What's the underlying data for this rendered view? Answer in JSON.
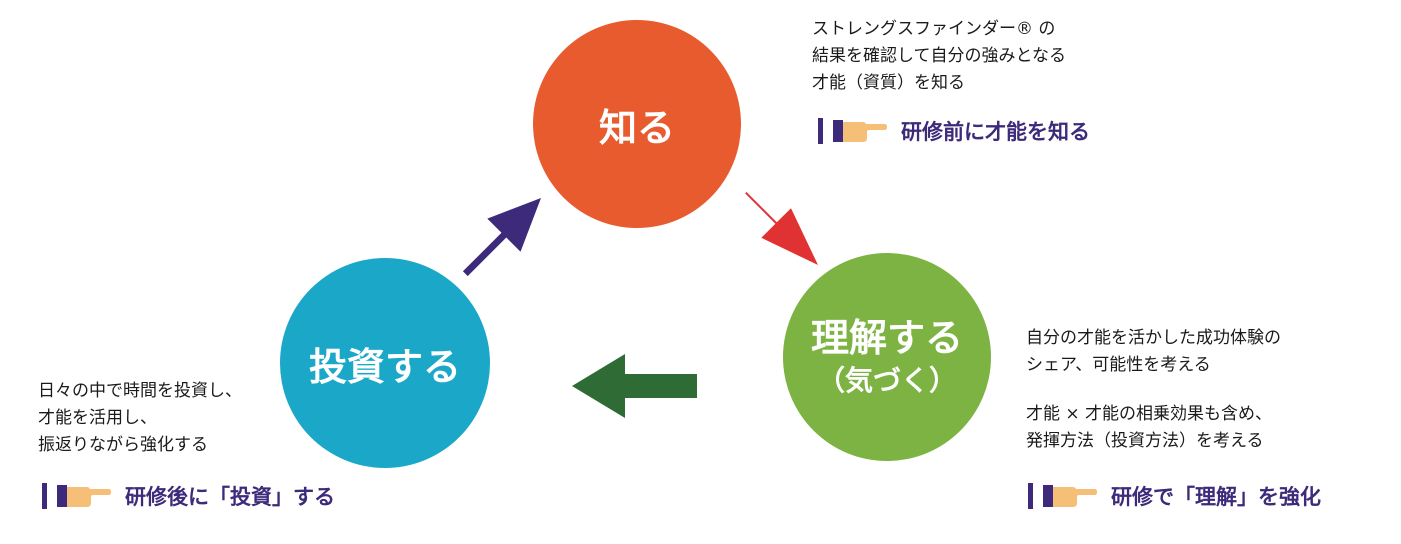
{
  "colors": {
    "know": "#e85b2f",
    "understand": "#7cb342",
    "invest": "#1ba8c8",
    "arrow_purple": "#3d2a7a",
    "arrow_red": "#e03232",
    "arrow_green": "#2e6b35",
    "tag_text": "#3d2a7a",
    "hand": "#f6bf78"
  },
  "icons": [
    "pointing-hand-icon",
    "arrow-icon"
  ],
  "know": {
    "title": "知る",
    "description": [
      "ストレングスファインダー® の",
      "結果を確認して自分の強みとなる",
      "才能（資質）を知る"
    ],
    "tag": "研修前に才能を知る"
  },
  "understand": {
    "title": "理解する",
    "subtitle": "（気づく）",
    "description_1": [
      "自分の才能を活かした成功体験の",
      "シェア、可能性を考える"
    ],
    "description_2": [
      "才能 × 才能の相乗効果も含め、",
      "発揮方法（投資方法）を考える"
    ],
    "tag": "研修で「理解」を強化"
  },
  "invest": {
    "title": "投資する",
    "description": [
      "日々の中で時間を投資し、",
      "才能を活用し、",
      "振返りながら強化する"
    ],
    "tag": "研修後に「投資」する"
  }
}
